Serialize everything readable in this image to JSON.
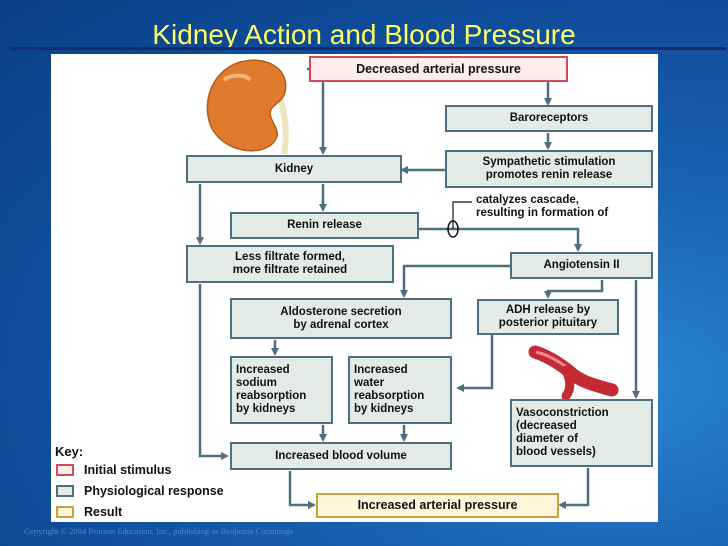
{
  "slide_title": "Kidney Action and Blood Pressure",
  "nodes": {
    "decreased_arterial_pressure": "Decreased arterial pressure",
    "baroreceptors": "Baroreceptors",
    "kidney": "Kidney",
    "sympathetic": "Sympathetic stimulation\npromotes renin release",
    "renin_release": "Renin release",
    "catalyzes": "catalyzes cascade,\nresulting in formation of",
    "less_filtrate": "Less filtrate formed,\nmore filtrate retained",
    "angiotensin": "Angiotensin II",
    "aldosterone": "Aldosterone secretion\nby adrenal cortex",
    "adh": "ADH release by\nposterior pituitary",
    "sodium": "Increased\nsodium\nreabsorption\nby kidneys",
    "water": "Increased\nwater\nreabsorption\nby kidneys",
    "vasoconstriction": "Vasoconstriction\n(decreased\ndiameter of\nblood vessels)",
    "blood_volume": "Increased blood volume",
    "increased_arterial_pressure": "Increased arterial pressure"
  },
  "key": {
    "title": "Key:",
    "items": [
      {
        "label": "Initial stimulus",
        "color": "#d44a5a",
        "fill": "#fdecec"
      },
      {
        "label": "Physiological response",
        "color": "#4d7080",
        "fill": "#e3ebe6"
      },
      {
        "label": "Result",
        "color": "#c9a23d",
        "fill": "#fff5d9"
      }
    ]
  },
  "copyright": "Copyright © 2004 Pearson Education, Inc., publishing as Benjamin Cummings",
  "colors": {
    "title": "#ffff66",
    "arrow": "#4d7080",
    "box_border": "#4d7080"
  }
}
